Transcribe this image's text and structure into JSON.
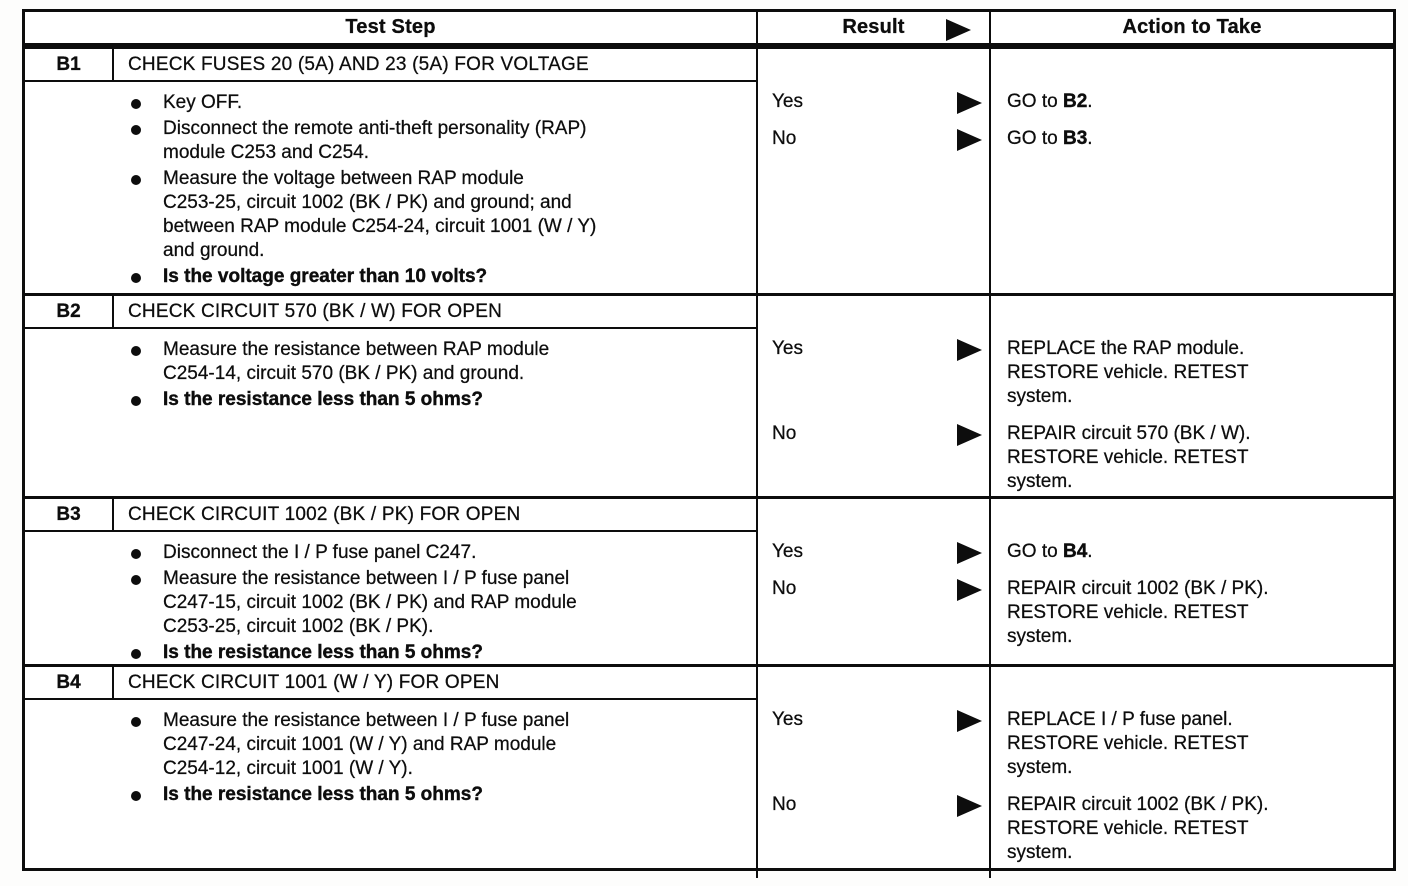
{
  "header": {
    "test_step": "Test Step",
    "result": "Result",
    "action": "Action to Take",
    "arrow_icon": "right-solid-triangle",
    "ink_color": "#0d0d0d",
    "paper_color": "#ffffff"
  },
  "sections": [
    {
      "id": "B1",
      "title": "CHECK FUSES 20 (5A) AND 23 (5A) FOR VOLTAGE",
      "bullets": [
        "Key OFF.",
        "Disconnect the remote anti-theft personality (RAP)\nmodule C253 and C254.",
        "Measure the voltage between RAP module\nC253-25, circuit 1002 (BK / PK) and ground; and\nbetween RAP module C254-24, circuit 1001 (W / Y)\nand ground.",
        "Is the voltage greater than 10 volts?"
      ],
      "results": [
        {
          "label": "Yes",
          "action": [
            {
              "text": "GO to "
            },
            {
              "text": "B2",
              "bold": true
            },
            {
              "text": "."
            }
          ]
        },
        {
          "label": "No",
          "action": [
            {
              "text": "GO to "
            },
            {
              "text": "B3",
              "bold": true
            },
            {
              "text": "."
            }
          ]
        }
      ]
    },
    {
      "id": "B2",
      "title": "CHECK CIRCUIT 570 (BK / W) FOR OPEN",
      "bullets": [
        "Measure the resistance between RAP module\nC254-14, circuit 570 (BK / PK) and ground.",
        "Is the resistance less than 5 ohms?"
      ],
      "results": [
        {
          "label": "Yes",
          "action": [
            {
              "text": "REPLACE the RAP module.\nRESTORE vehicle. RETEST\nsystem."
            }
          ]
        },
        {
          "label": "No",
          "action": [
            {
              "text": "REPAIR circuit 570 (BK / W).\nRESTORE vehicle. RETEST\nsystem."
            }
          ]
        }
      ]
    },
    {
      "id": "B3",
      "title": "CHECK CIRCUIT 1002 (BK / PK) FOR OPEN",
      "bullets": [
        "Disconnect the I / P fuse panel C247.",
        "Measure the resistance between I / P fuse panel\nC247-15, circuit 1002 (BK / PK) and RAP module\nC253-25, circuit 1002 (BK / PK).",
        "Is the resistance less than 5 ohms?"
      ],
      "results": [
        {
          "label": "Yes",
          "action": [
            {
              "text": "GO to "
            },
            {
              "text": "B4",
              "bold": true
            },
            {
              "text": "."
            }
          ]
        },
        {
          "label": "No",
          "action": [
            {
              "text": "REPAIR circuit 1002 (BK / PK).\nRESTORE vehicle. RETEST\nsystem."
            }
          ]
        }
      ]
    },
    {
      "id": "B4",
      "title": "CHECK CIRCUIT 1001 (W / Y) FOR OPEN",
      "bullets": [
        "Measure the resistance between I / P fuse panel\nC247-24, circuit 1001 (W / Y) and RAP module\nC254-12, circuit 1001 (W / Y).",
        "Is the resistance less than 5 ohms?"
      ],
      "results": [
        {
          "label": "Yes",
          "action": [
            {
              "text": "REPLACE I / P fuse panel.\nRESTORE vehicle. RETEST\nsystem."
            }
          ]
        },
        {
          "label": "No",
          "action": [
            {
              "text": "REPAIR circuit 1002 (BK / PK).\nRESTORE vehicle. RETEST\nsystem."
            }
          ]
        }
      ]
    }
  ]
}
